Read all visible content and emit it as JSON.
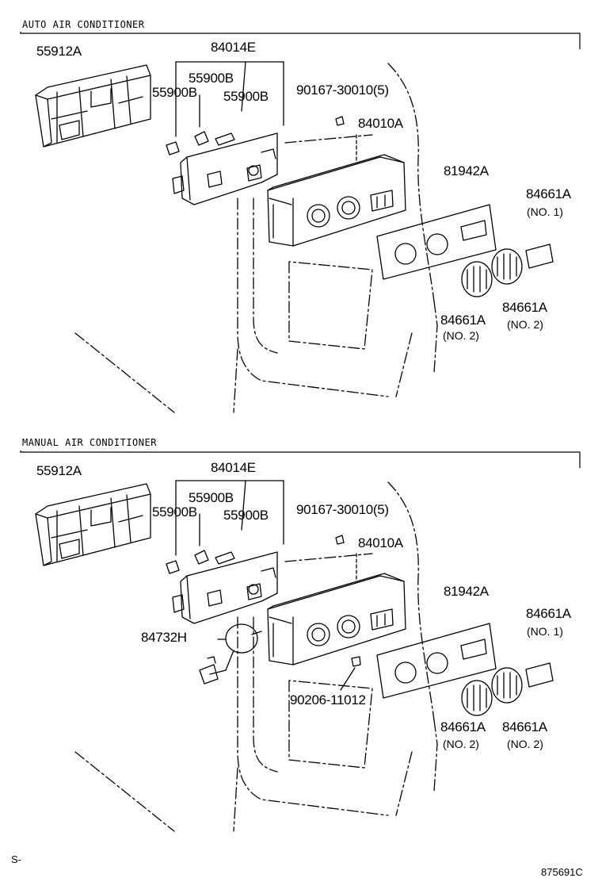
{
  "sections": [
    {
      "title": "AUTO AIR CONDITIONER",
      "labels": {
        "vent_panel": "55912A",
        "switch_set": "84014E",
        "bulb_b1": "55900B",
        "bulb_left": "55900B",
        "bulb_right": "55900B",
        "screw": "90167-30010(5)",
        "control_assy": "84010A",
        "cover_plate": "81942A",
        "knob_no1_a": "84661A",
        "knob_no1_b": "(NO. 1)",
        "knob_no2_right_a": "84661A",
        "knob_no2_right_b": "(NO. 2)",
        "knob_no2_left_a": "84661A",
        "knob_no2_left_b": "(NO. 2)"
      }
    },
    {
      "title": "MANUAL AIR CONDITIONER",
      "labels": {
        "vent_panel": "55912A",
        "switch_set": "84014E",
        "bulb_b1": "55900B",
        "bulb_left": "55900B",
        "bulb_right": "55900B",
        "screw": "90167-30010(5)",
        "control_assy": "84010A",
        "cover_plate": "81942A",
        "knob_no1_a": "84661A",
        "knob_no1_b": "(NO. 1)",
        "blower_switch": "84732H",
        "bulb_small": "90206-11012",
        "knob_no2_left_a": "84661A",
        "knob_no2_left_b": "(NO. 2)",
        "knob_no2_right_a": "84661A",
        "knob_no2_right_b": "(NO. 2)"
      }
    }
  ],
  "footer": {
    "left_mark": "S-",
    "drawing_number": "875691C"
  }
}
